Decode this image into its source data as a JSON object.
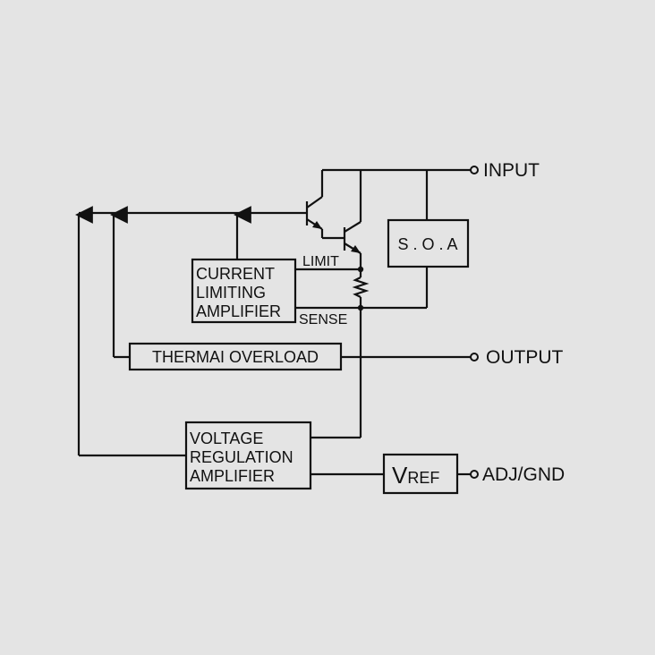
{
  "colors": {
    "background": "#e4e4e4",
    "ink": "#111111"
  },
  "pins": {
    "input": "INPUT",
    "output": "OUTPUT",
    "adj_gnd": "ADJ/GND"
  },
  "blocks": {
    "soa": "S . O . A",
    "current_limiting": [
      "CURRENT",
      "LIMITING",
      "AMPLIFIER"
    ],
    "thermal_overload": "THERMAI OVERLOAD",
    "voltage_regulation": [
      "VOLTAGE",
      "REGULATION",
      "AMPLIFIER"
    ],
    "vref_main": "V",
    "vref_sub": "REF"
  },
  "labels": {
    "limit": "LIMIT",
    "sense": "SENSE"
  }
}
